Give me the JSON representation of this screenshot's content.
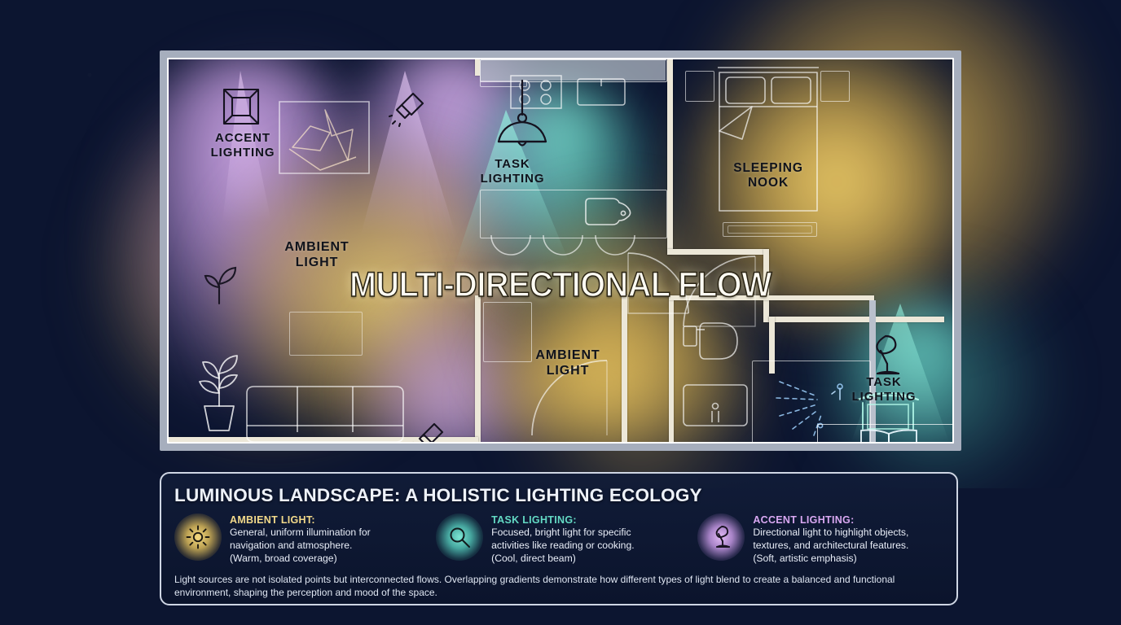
{
  "meta": {
    "background_color": "#0c1530",
    "accent_warm": "#f2d98a",
    "accent_cool": "#63d9c4",
    "accent_violet": "#d9a8f2"
  },
  "floorplan": {
    "center_title": "MULTI-DIRECTIONAL FLOW",
    "labels": [
      {
        "id": "accent-lighting-top-left",
        "line1": "ACCENT",
        "line2": "LIGHTING"
      },
      {
        "id": "ambient-light-living",
        "line1": "AMBIENT",
        "line2": "LIGHT"
      },
      {
        "id": "task-lighting-kitchen",
        "line1": "TASK",
        "line2": "LIGHTING"
      },
      {
        "id": "sleeping-nook",
        "line1": "SLEEPING",
        "line2": "NOOK"
      },
      {
        "id": "ambient-light-hall",
        "line1": "AMBIENT",
        "line2": "LIGHT"
      },
      {
        "id": "task-lighting-desk",
        "line1": "TASK",
        "line2": "LIGHTING"
      }
    ],
    "icons": [
      "ceiling-spotlight-icon",
      "wall-washer-spotlight-icon",
      "pendant-lamp-icon",
      "desk-lamp-icon",
      "plant-sprout-icon",
      "potted-plant-icon",
      "cutting-board-icon",
      "open-book-icon"
    ]
  },
  "legend": {
    "title": "LUMINOUS LANDSCAPE: A HOLISTIC LIGHTING ECOLOGY",
    "items": [
      {
        "icon": "sun-icon",
        "color": "#f2d98a",
        "title": "AMBIENT LIGHT:",
        "line1": "General, uniform illumination for",
        "line2": "navigation and atmosphere.",
        "line3": "(Warm, broad coverage)"
      },
      {
        "icon": "magnifier-icon",
        "color": "#63d9c4",
        "title": "TASK LIGHTING:",
        "line1": "Focused, bright light for specific",
        "line2": "activities like reading or cooking.",
        "line3": "(Cool, direct beam)"
      },
      {
        "icon": "desk-lamp-icon",
        "color": "#d9a8f2",
        "title": "ACCENT LIGHTING:",
        "line1": "Directional light to highlight objects,",
        "line2": "textures, and architectural features.",
        "line3": "(Soft, artistic emphasis)"
      }
    ],
    "footnote": "Light sources are not isolated points but interconnected flows. Overlapping gradients demonstrate how different types of light blend to create a balanced and functional environment, shaping the perception and mood of the space."
  }
}
